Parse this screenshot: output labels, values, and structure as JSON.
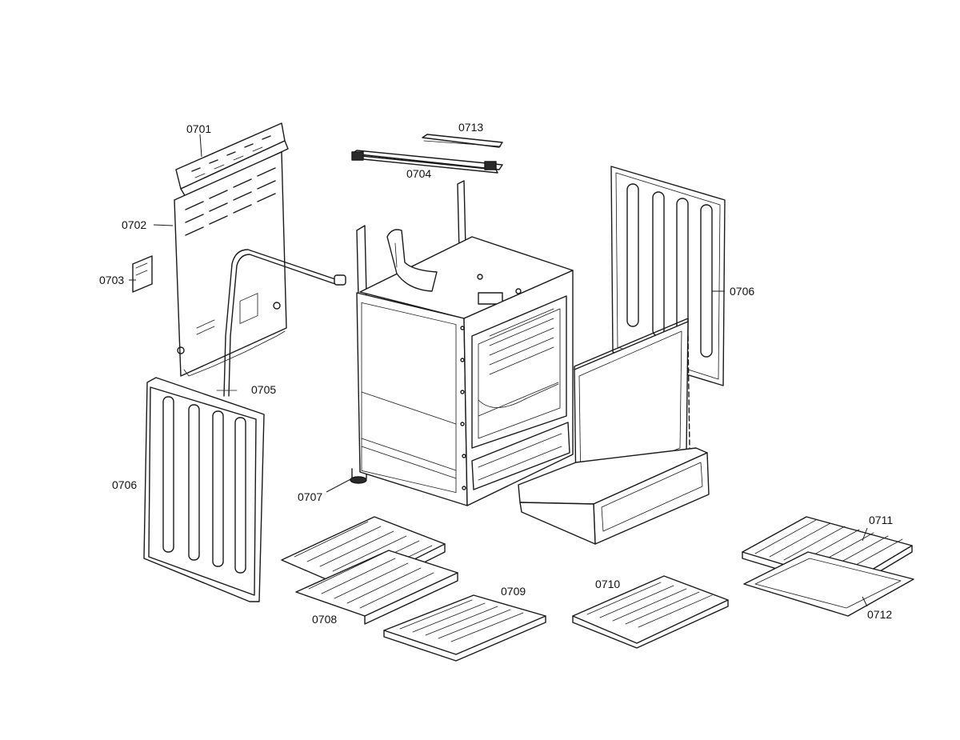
{
  "callouts": {
    "p0701": "0701",
    "p0702": "0702",
    "p0703": "0703",
    "p0704": "0704",
    "p0705": "0705",
    "p0706_left": "0706",
    "p0706_right": "0706",
    "p0707": "0707",
    "p0708": "0708",
    "p0709": "0709",
    "p0710": "0710",
    "p0711": "0711",
    "p0712": "0712",
    "p0713": "0713"
  },
  "colors": {
    "line": "#1a1a1a",
    "background": "#ffffff"
  }
}
